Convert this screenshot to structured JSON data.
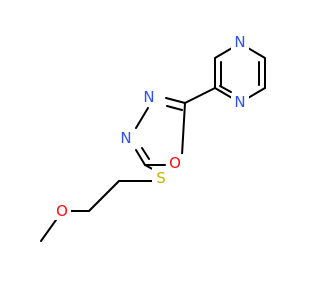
{
  "colors": {
    "bond": "#000000",
    "nitrogen": "#3050F8",
    "oxygen": "#FF0D0D",
    "sulfur": "#C8B400",
    "background": "#FFFFFF"
  },
  "atoms": {
    "n_pyrazine_top": {
      "symbol": "N",
      "element": "nitrogen"
    },
    "n_pyrazine_bottom": {
      "symbol": "N",
      "element": "nitrogen"
    },
    "n_oxadiazole_upper": {
      "symbol": "N",
      "element": "nitrogen"
    },
    "n_oxadiazole_lower": {
      "symbol": "N",
      "element": "nitrogen"
    },
    "o_oxadiazole": {
      "symbol": "O",
      "element": "oxygen"
    },
    "s_thioether": {
      "symbol": "S",
      "element": "sulfur"
    },
    "o_methoxy": {
      "symbol": "O",
      "element": "oxygen"
    }
  }
}
